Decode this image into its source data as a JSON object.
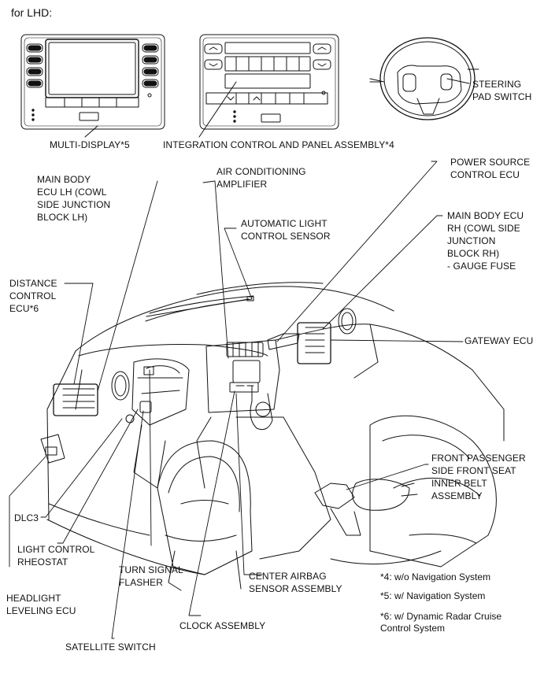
{
  "header": {
    "title": "for LHD:"
  },
  "labels": {
    "multi_display": [
      "MULTI-DISPLAY*5"
    ],
    "integration_panel": [
      "INTEGRATION CONTROL AND PANEL ASSEMBLY*4"
    ],
    "steering_pad": [
      "STEERING",
      "PAD SWITCH"
    ],
    "main_body_lh": [
      "MAIN BODY",
      "ECU LH (COWL",
      "SIDE JUNCTION",
      "BLOCK LH)"
    ],
    "ac_amplifier": [
      "AIR CONDITIONING",
      "AMPLIFIER"
    ],
    "power_source": [
      "POWER SOURCE",
      "CONTROL ECU"
    ],
    "auto_light": [
      "AUTOMATIC LIGHT",
      "CONTROL SENSOR"
    ],
    "main_body_rh": [
      "MAIN BODY ECU",
      "RH (COWL SIDE",
      "JUNCTION",
      "BLOCK RH)",
      "- GAUGE FUSE"
    ],
    "distance_control": [
      "DISTANCE",
      "CONTROL",
      "ECU*6"
    ],
    "gateway": [
      "GATEWAY ECU"
    ],
    "front_passenger": [
      "FRONT PASSENGER",
      "SIDE FRONT SEAT",
      "INNER BELT",
      "ASSEMBLY"
    ],
    "dlc3": [
      "DLC3"
    ],
    "light_rheostat": [
      "LIGHT CONTROL",
      "RHEOSTAT"
    ],
    "turn_signal": [
      "TURN SIGNAL",
      "FLASHER"
    ],
    "center_airbag": [
      "CENTER AIRBAG",
      "SENSOR ASSEMBLY"
    ],
    "headlight_leveling": [
      "HEADLIGHT",
      "LEVELING ECU"
    ],
    "clock": [
      "CLOCK ASSEMBLY"
    ],
    "satellite": [
      "SATELLITE SWITCH"
    ]
  },
  "notes": [
    [
      "*4: w/o Navigation System"
    ],
    [
      "*5: w/ Navigation System"
    ],
    [
      "*6: w/ Dynamic Radar Cruise",
      "Control System"
    ]
  ]
}
